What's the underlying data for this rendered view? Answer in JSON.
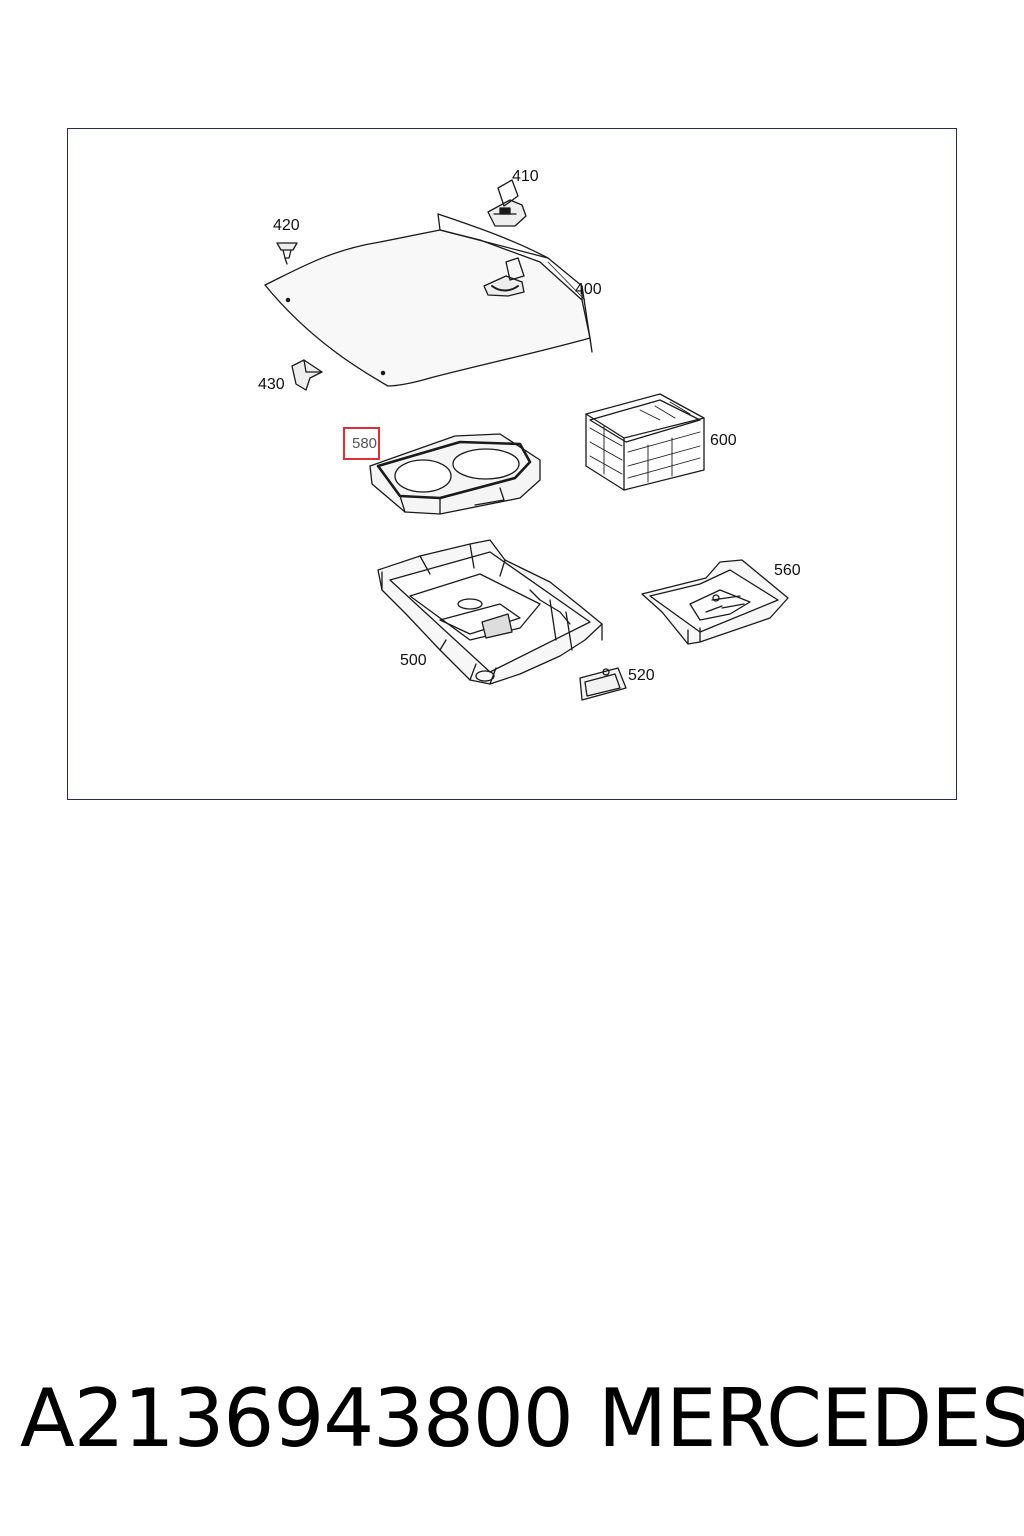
{
  "diagram": {
    "callouts": {
      "c410": "410",
      "c420": "420",
      "c400": "400",
      "c430": "430",
      "c580": "580",
      "c600": "600",
      "c560": "560",
      "c500": "500",
      "c520": "520"
    },
    "highlighted_callout": "580",
    "highlight_color": "#d9303a",
    "line_color": "#1a1a1a"
  },
  "footer": {
    "part_number": "A2136943800",
    "brand": "MERCEDES"
  }
}
